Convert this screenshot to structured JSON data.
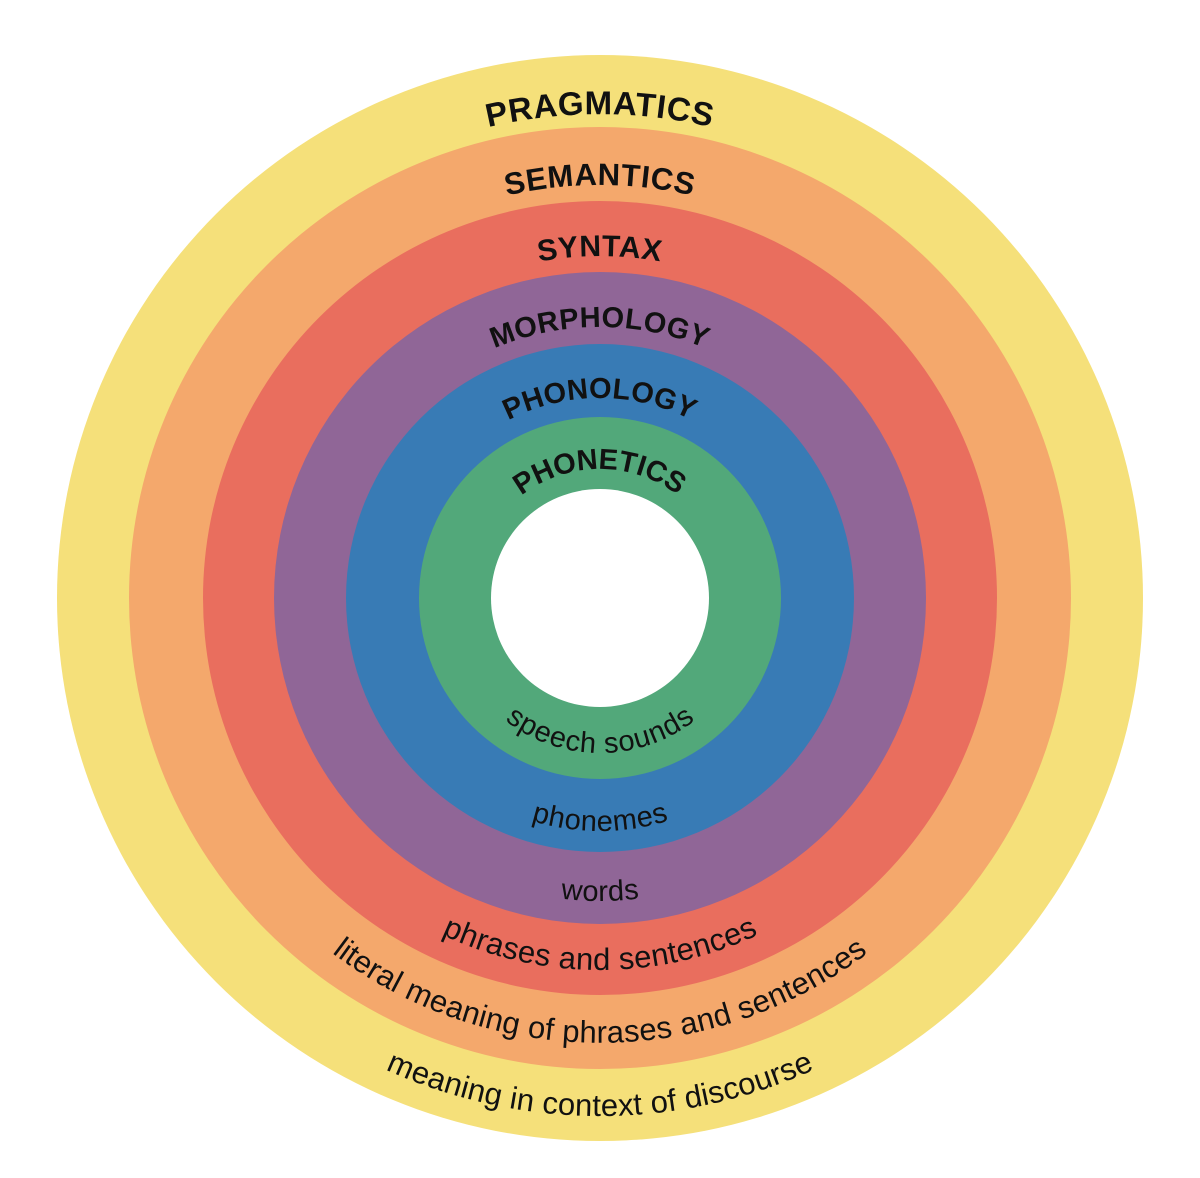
{
  "rings": [
    {
      "id": "pragmatics",
      "title": "PRAGMATICS",
      "description": "meaning in context of discourse",
      "color": "#F5E07A"
    },
    {
      "id": "semantics",
      "title": "SEMANTICS",
      "description": "literal meaning of phrases and sentences",
      "color": "#F4A86C"
    },
    {
      "id": "syntax",
      "title": "SYNTAX",
      "description": "phrases and sentences",
      "color": "#E96E5E"
    },
    {
      "id": "morphology",
      "title": "MORPHOLOGY",
      "description": "words",
      "color": "#906697"
    },
    {
      "id": "phonology",
      "title": "PHONOLOGY",
      "description": "phonemes",
      "color": "#387BB5"
    },
    {
      "id": "phonetics",
      "title": "PHONETICS",
      "description": "speech sounds",
      "color": "#52A87A"
    }
  ],
  "center_color": "#FFFFFF"
}
